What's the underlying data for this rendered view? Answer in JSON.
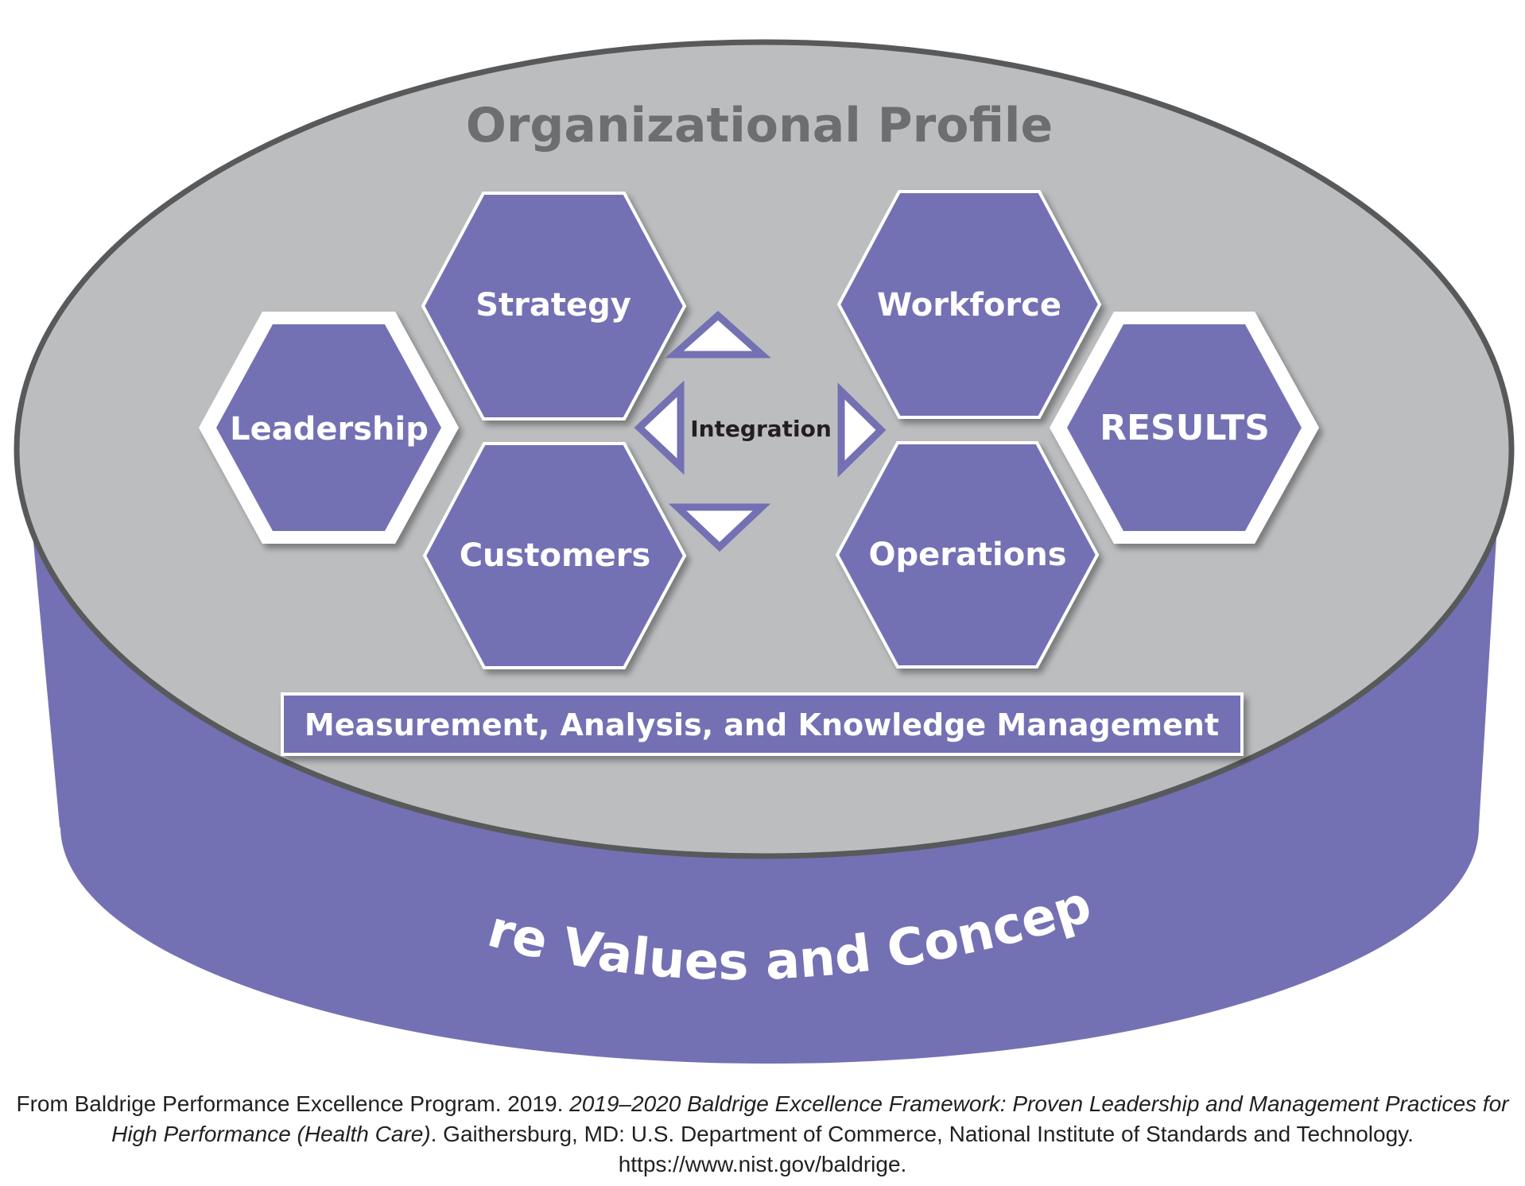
{
  "diagram": {
    "profile_title": "Organizational Profile",
    "base_title": "Core Values and Concepts",
    "center_label": "Integration",
    "hexagons": {
      "leadership": "Leadership",
      "strategy": "Strategy",
      "customers": "Customers",
      "workforce": "Workforce",
      "operations": "Operations",
      "results": "RESULTS"
    },
    "measurement_bar": "Measurement, Analysis, and Knowledge Management"
  },
  "citation": {
    "part1": "From Baldrige Performance Excellence Program. 2019. ",
    "title_italic": "2019–2020 Baldrige Excellence Framework: Proven Leadership and Management Practices for High Performance (Health Care)",
    "part2": ". Gaithersburg, MD: U.S. Department of Commerce, National Institute of Standards and Technology. https://www.nist.gov/baldrige."
  },
  "colors": {
    "purple": "#7371b3",
    "gray_top": "#bcbdbf",
    "outline": "#58595b",
    "title_gray": "#6d6e71",
    "white": "#ffffff"
  }
}
